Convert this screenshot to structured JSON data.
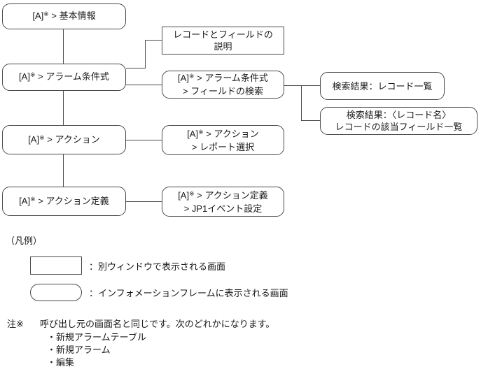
{
  "diagram": {
    "nodes": {
      "basic_info": {
        "pre": "[A]",
        "sup": "※",
        "post": " > 基本情報"
      },
      "alarm_cond": {
        "pre": "[A]",
        "sup": "※",
        "post": " > アラーム条件式"
      },
      "action": {
        "pre": "[A]",
        "sup": "※",
        "post": " > アクション"
      },
      "action_def": {
        "pre": "[A]",
        "sup": "※",
        "post": " > アクション定義"
      },
      "record_field_desc": {
        "line1": "レコードとフィールドの",
        "line2": "説明"
      },
      "field_search": {
        "pre": "[A]",
        "sup": "※",
        "post": " > アラーム条件式",
        "line2": "> フィールドの検索"
      },
      "report_select": {
        "pre": "[A]",
        "sup": "※",
        "post": " > アクション",
        "line2": "> レポート選択"
      },
      "jp1_event": {
        "pre": "[A]",
        "sup": "※",
        "post": " > アクション定義",
        "line2": "> JP1イベント設定"
      },
      "search_result_records": {
        "line1": "検索結果：レコード一覧"
      },
      "search_result_fields": {
        "line1": "検索結果：〈レコード名〉",
        "line2": "レコードの該当フィールド一覧"
      }
    },
    "legend": {
      "title": "（凡例）",
      "rect_label": "：別ウィンドウで表示される画面",
      "rounded_label": "：インフォメーションフレームに表示される画面"
    },
    "note": {
      "marker": "注※",
      "text": "呼び出し元の画面名と同じです。次のどれかになります。",
      "items": [
        "・新規アラームテーブル",
        "・新規アラーム",
        "・編集"
      ]
    },
    "colors": {
      "line": "#4a4a4a",
      "text": "#1a1a1a",
      "background": "#ffffff"
    }
  }
}
